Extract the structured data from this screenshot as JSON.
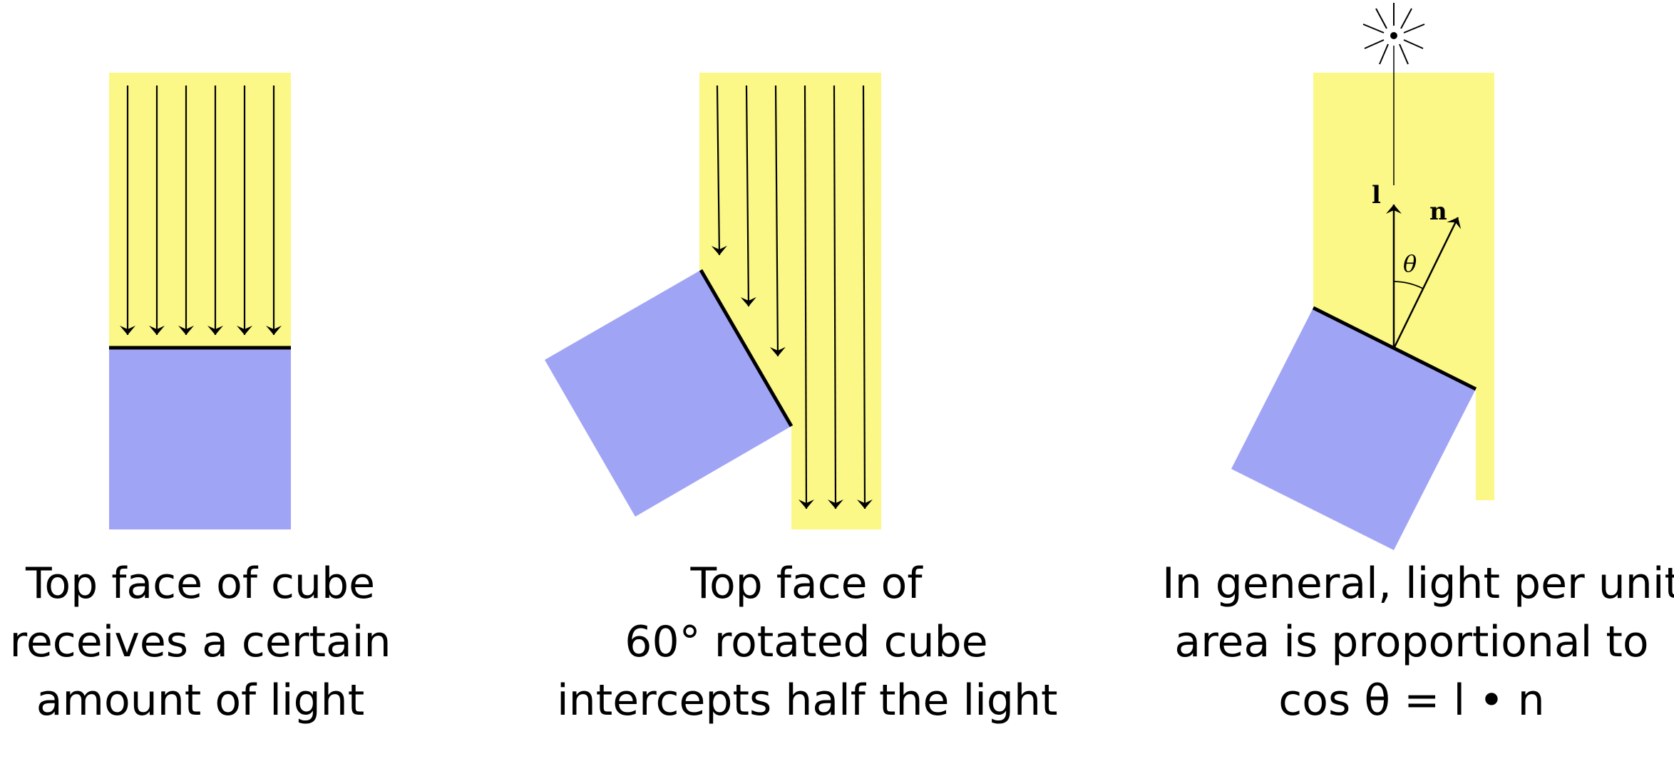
{
  "colors": {
    "light": "#fbf887",
    "cube": "#a0a4f5",
    "ink": "#000000"
  },
  "panels": [
    {
      "caption": [
        "Top face of cube",
        "receives a certain",
        "amount of light"
      ]
    },
    {
      "caption": [
        "Top face of",
        "60° rotated cube",
        "intercepts half the light"
      ]
    },
    {
      "caption": [
        "In general, light per unit",
        "area is proportional to",
        "cos θ = l • n"
      ],
      "labels": {
        "l": "l",
        "n": "n",
        "theta": "θ"
      },
      "light_source_icon": "sun-icon"
    }
  ]
}
